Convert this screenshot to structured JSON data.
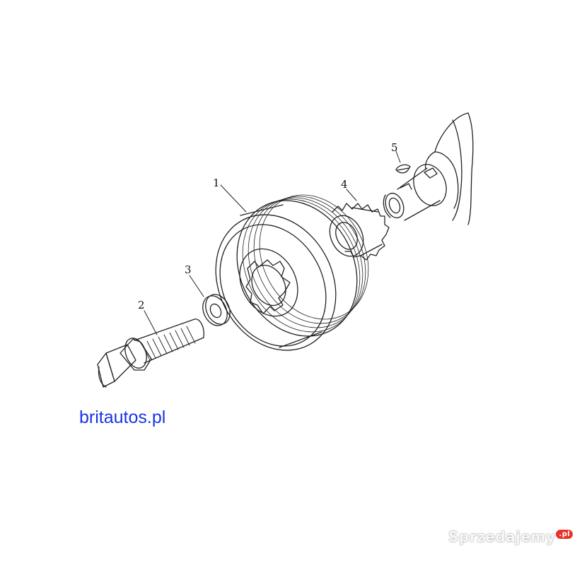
{
  "diagram": {
    "callouts": [
      {
        "id": "1",
        "label": "1"
      },
      {
        "id": "2",
        "label": "2"
      },
      {
        "id": "3",
        "label": "3"
      },
      {
        "id": "4",
        "label": "4"
      },
      {
        "id": "5",
        "label": "5"
      }
    ]
  },
  "brand": {
    "link_text": "britautos.pl"
  },
  "watermark": {
    "text": "Sprzedajemy",
    "badge": ".pl"
  }
}
